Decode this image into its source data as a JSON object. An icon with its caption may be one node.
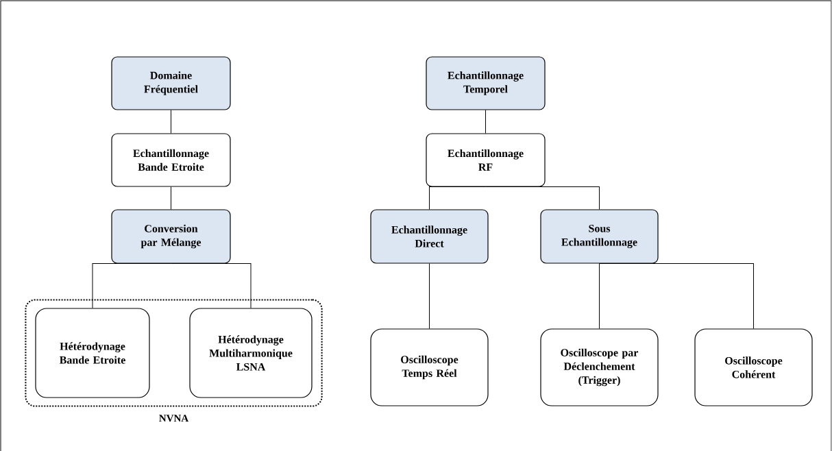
{
  "diagram": {
    "nodes": [
      {
        "text": [
          "Domaine Fréquentiel"
        ]
      },
      {
        "text": [
          "Echantillonnage Bande Etroite"
        ]
      },
      {
        "text": [
          "Conversion par Mélange"
        ]
      },
      {
        "text": [
          "NVNA"
        ]
      },
      {
        "text": [
          "Hétérodynage Bande Etroite"
        ],
        "in": 3
      },
      {
        "text": [
          "Hétérodynage Multiharmonique LSNA"
        ],
        "in": 3
      },
      {
        "text": [
          "Echantillonnage Temporel"
        ]
      },
      {
        "text": [
          "Echantillonnage RF"
        ]
      },
      {
        "text": [
          "Echantillonnage Direct"
        ]
      },
      {
        "text": [
          "Sous Echantillonnage"
        ]
      },
      {
        "text": [
          "Oscilloscope Temps Réel"
        ]
      },
      {
        "text": [
          "Oscilloscope par Déclenchement (Trigger)"
        ]
      },
      {
        "text": [
          "Oscilloscope Cohérent"
        ]
      }
    ],
    "edges": [
      {
        "from": 0,
        "to": 1,
        "arrow": "none"
      },
      {
        "from": 1,
        "to": 2,
        "arrow": "none"
      },
      {
        "from": 2,
        "to": 4,
        "arrow": "none"
      },
      {
        "from": 2,
        "to": 5,
        "arrow": "none"
      },
      {
        "from": 6,
        "to": 7,
        "arrow": "none"
      },
      {
        "from": 7,
        "to": 8,
        "arrow": "none"
      },
      {
        "from": 7,
        "to": 9,
        "arrow": "none"
      },
      {
        "from": 8,
        "to": 10,
        "arrow": "none"
      },
      {
        "from": 9,
        "to": 11,
        "arrow": "none"
      },
      {
        "from": 9,
        "to": 12,
        "arrow": "none"
      }
    ]
  }
}
